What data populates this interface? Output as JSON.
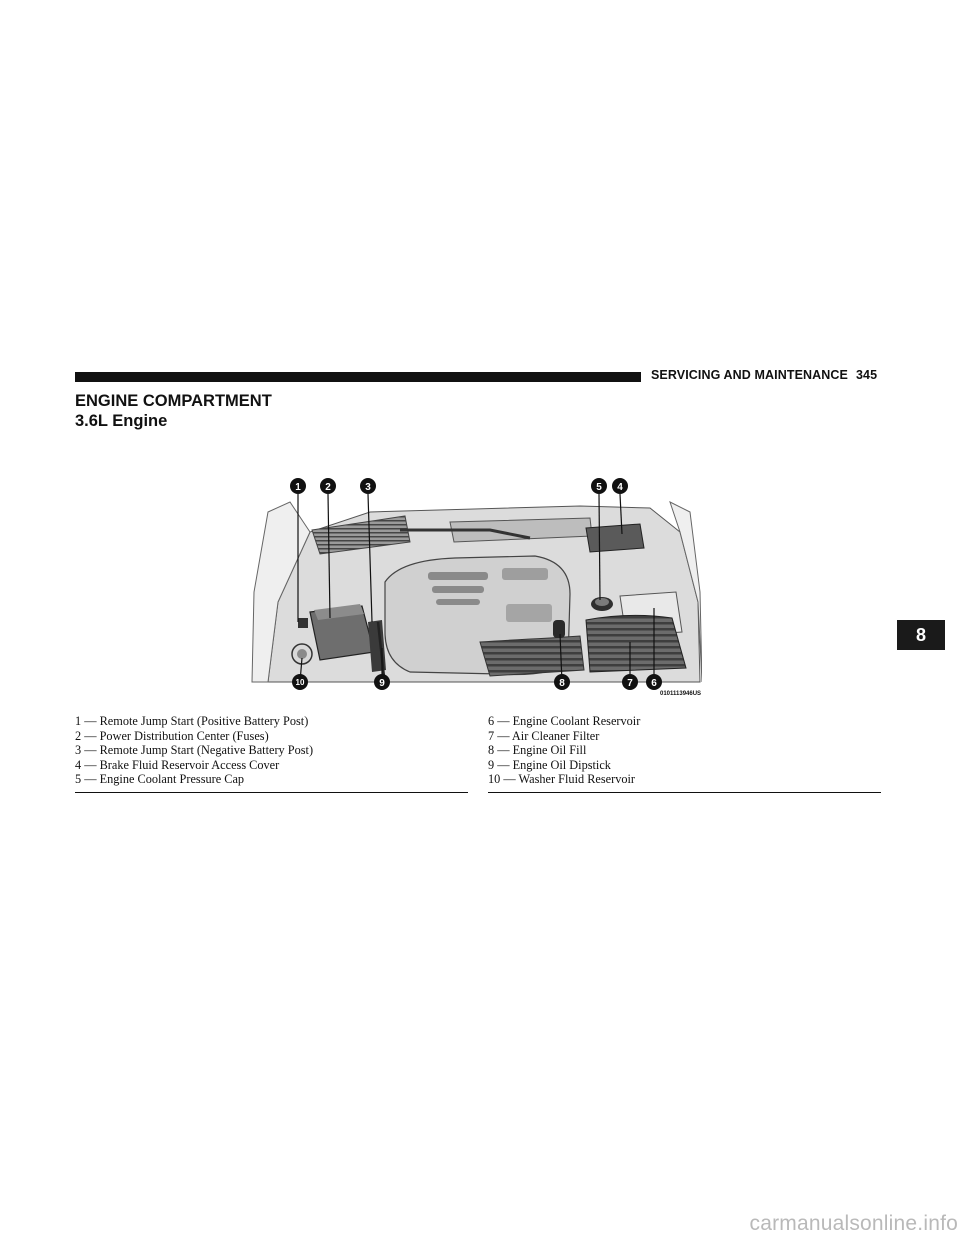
{
  "header": {
    "section": "SERVICING AND MAINTENANCE",
    "page_number": "345"
  },
  "title": "ENGINE COMPARTMENT",
  "subtitle": "3.6L Engine",
  "figure": {
    "code": "0101113946US",
    "callouts": [
      "1",
      "2",
      "3",
      "5",
      "4",
      "10",
      "9",
      "8",
      "7",
      "6"
    ]
  },
  "legend_left": [
    "1 — Remote Jump Start (Positive Battery Post)",
    "2 — Power Distribution Center (Fuses)",
    "3 — Remote Jump Start (Negative Battery Post)",
    "4 — Brake Fluid Reservoir Access Cover",
    "5 — Engine Coolant Pressure Cap"
  ],
  "legend_right": [
    "6 — Engine Coolant Reservoir",
    "7 — Air Cleaner Filter",
    "8 — Engine Oil Fill",
    "9 — Engine Oil Dipstick",
    "10 — Washer Fluid Reservoir"
  ],
  "chapter_tab": "8",
  "watermark": "carmanualsonline.info"
}
